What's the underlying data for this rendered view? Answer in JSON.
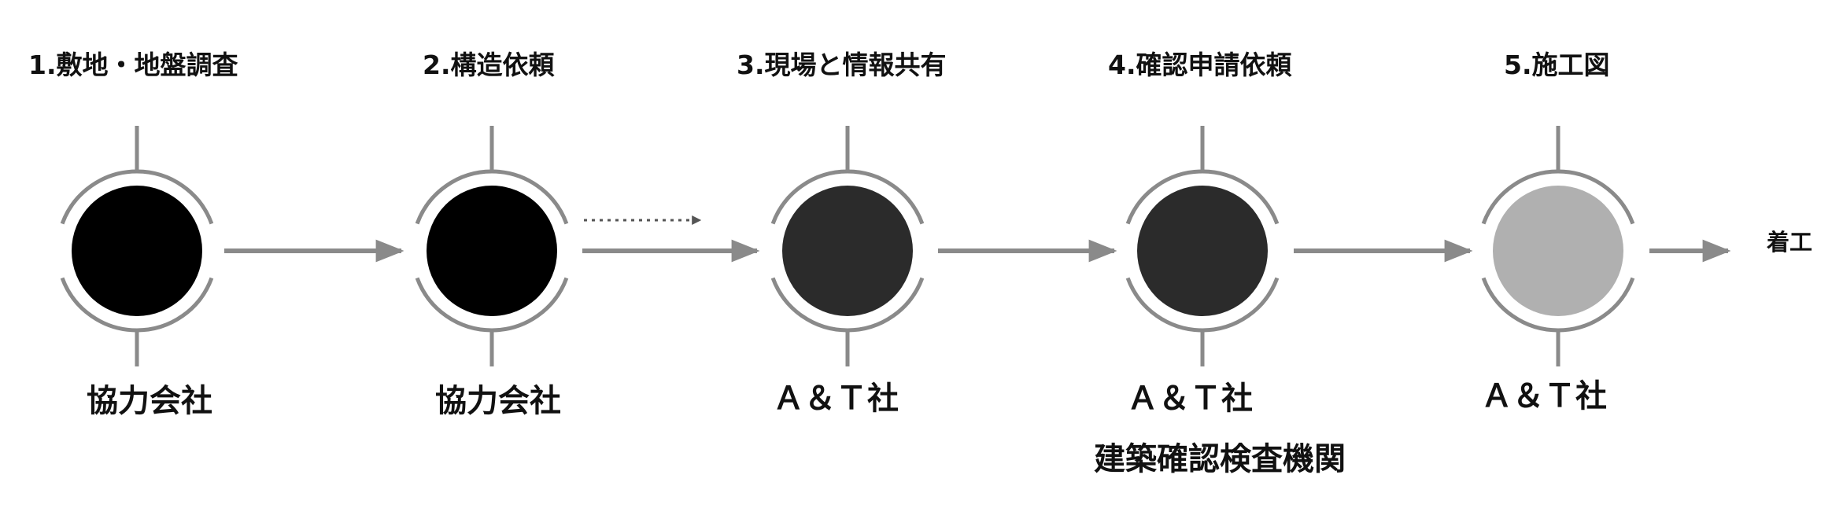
{
  "colors": {
    "frame": "#8a8a8a",
    "connector": "#8a8a8a",
    "dotted_arrow": "#555555",
    "text": "#111111"
  },
  "steps": [
    {
      "title": "1.敷地・地盤調査",
      "org": "協力会社",
      "fill": "#000000"
    },
    {
      "title": "2.構造依頼",
      "org": "協力会社",
      "fill": "#000000"
    },
    {
      "title": "3.現場と情報共有",
      "org": "Ａ＆Ｔ社",
      "fill": "#2b2b2b"
    },
    {
      "title": "4.確認申請依頼",
      "org": "Ａ＆Ｔ社",
      "fill": "#2b2b2b"
    },
    {
      "title": "5.施工図",
      "org": "Ａ＆Ｔ社",
      "fill": "#b0b0b0"
    }
  ],
  "extra_org": "建築確認検査機関",
  "end_label": "着工"
}
